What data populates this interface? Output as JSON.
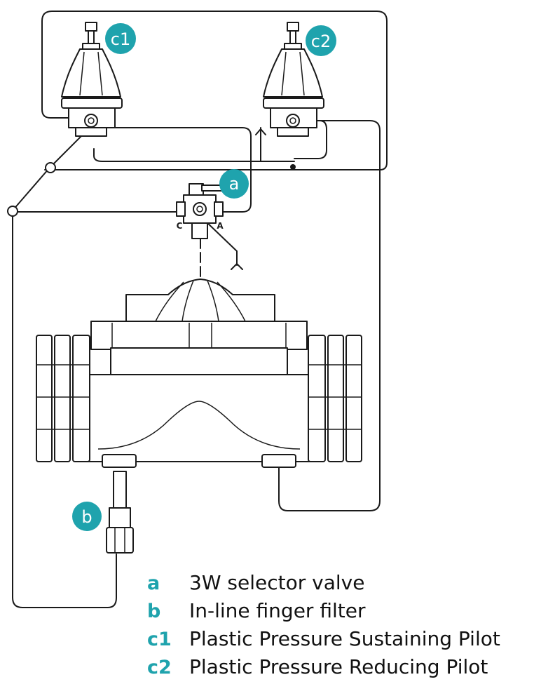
{
  "accent_color": "#1fa3ad",
  "badges": {
    "a": "a",
    "b": "b",
    "c1": "c1",
    "c2": "c2"
  },
  "ports": {
    "c": "C",
    "a": "A"
  },
  "legend": [
    {
      "key": "a",
      "label": "3W selector valve"
    },
    {
      "key": "b",
      "label": "In-line finger filter"
    },
    {
      "key": "c1",
      "label": "Plastic Pressure Sustaining Pilot"
    },
    {
      "key": "c2",
      "label": "Plastic Pressure Reducing Pilot"
    }
  ]
}
